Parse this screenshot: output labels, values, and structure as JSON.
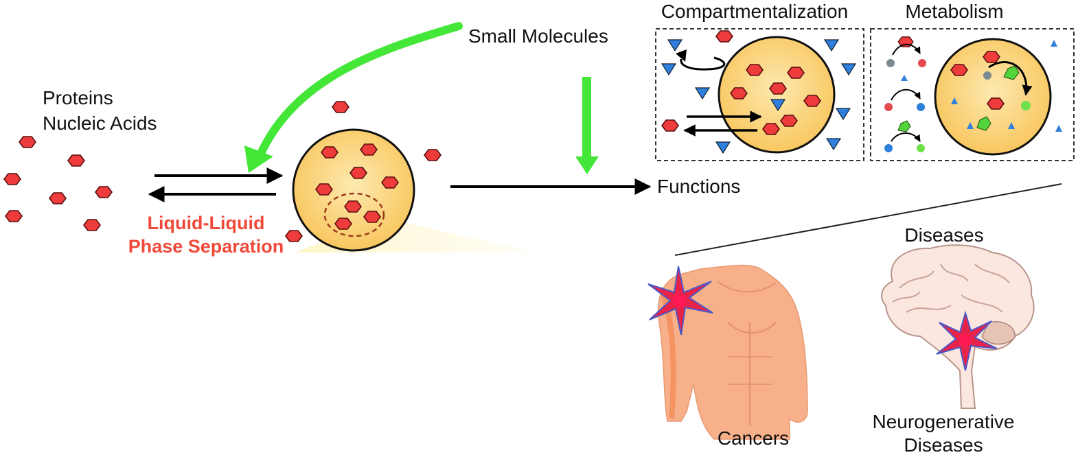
{
  "labels": {
    "small_molecules": "Small Molecules",
    "proteins": "Proteins",
    "nucleic_acids": "Nucleic Acids",
    "llps_line1": "Liquid-Liquid",
    "llps_line2": "Phase Separation",
    "functions": "Functions",
    "compartmentalization": "Compartmentalization",
    "metabolism": "Metabolism",
    "diseases": "Diseases",
    "cancers": "Cancers",
    "neuro_line1": "Neurogenerative",
    "neuro_line2": "Diseases"
  },
  "colors": {
    "green_arrow": "#44e638",
    "llps_text": "#f04a3a",
    "droplet_fill": "#fbd27a",
    "protein_red": "#ee3b3b",
    "molecule_blue": "#2f7fdc",
    "torso": "#f7b08a",
    "star": "#e8234a"
  },
  "icons": {
    "protein": "hexagon-icon",
    "small_molecule": "triangle-icon",
    "tumor": "starburst-icon",
    "torso": "torso-icon",
    "brain": "brain-icon"
  }
}
